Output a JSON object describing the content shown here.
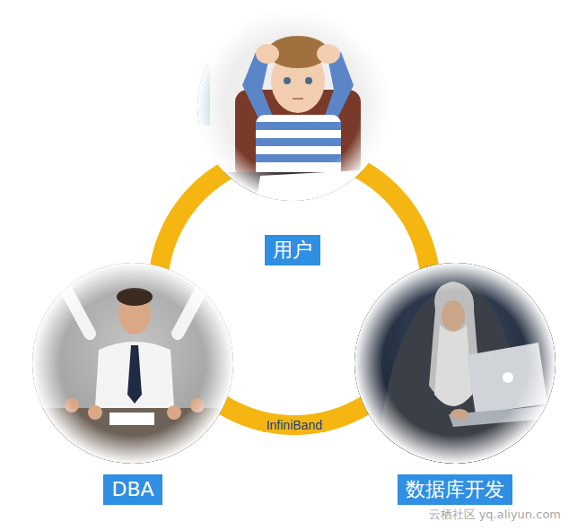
{
  "diagram": {
    "nodes": [
      {
        "text": [
          "用户"
        ]
      },
      {
        "text": [
          "DBA"
        ]
      },
      {
        "text": [
          "数据库开发"
        ]
      }
    ],
    "edges": [
      {
        "from": 0,
        "to": 1,
        "arrow": "none"
      },
      {
        "from": 1,
        "to": 2,
        "label": "InfiniBand",
        "arrow": "none"
      },
      {
        "from": 2,
        "to": 0,
        "arrow": "none"
      }
    ],
    "labels": [
      "云栖社区 yq.aliyun.com"
    ]
  }
}
